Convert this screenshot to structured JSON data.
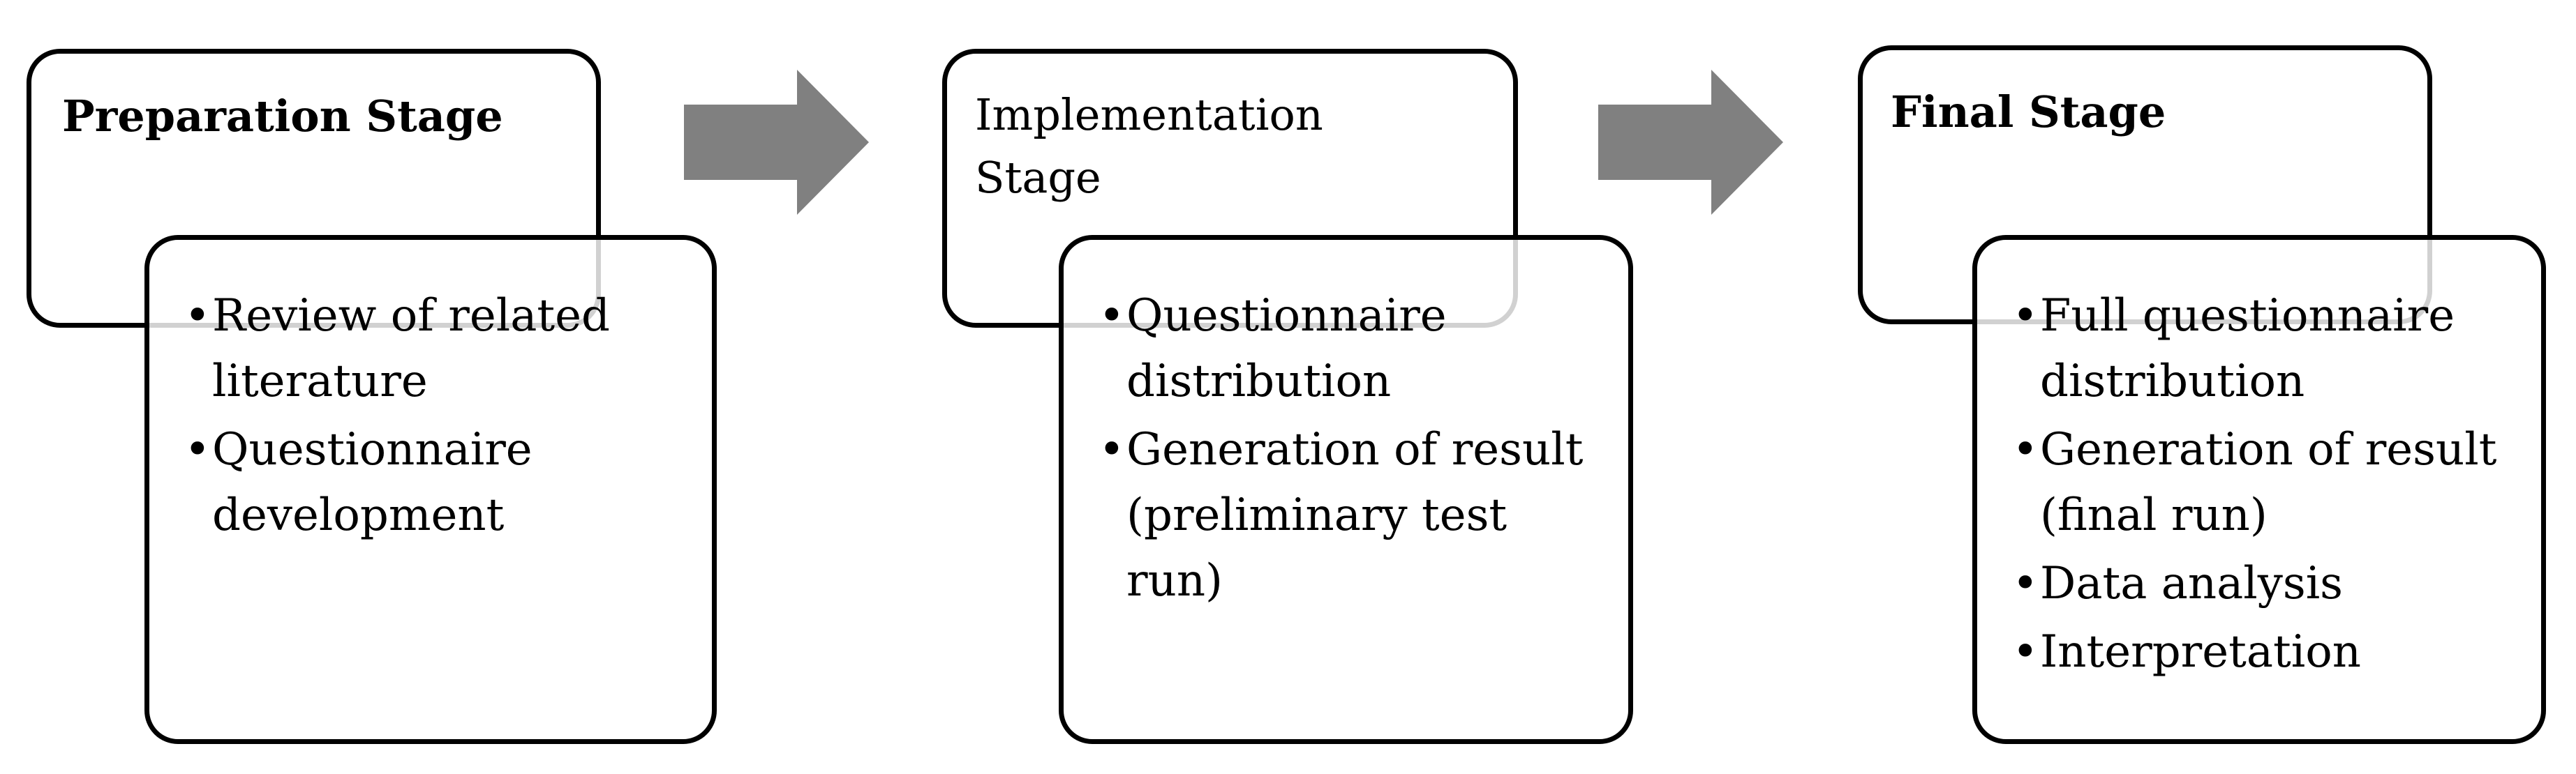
{
  "stages": [
    {
      "title": "Preparation Stage",
      "bullets": [
        "Review of related literature",
        "Questionnaire development"
      ]
    },
    {
      "title": "Implementation Stage",
      "bullets": [
        "Questionnaire distribution",
        "Generation of result (preliminary test run)"
      ]
    },
    {
      "title": "Final Stage",
      "bullets": [
        "Full questionnaire distribution",
        "Generation of result (final run)",
        "Data analysis",
        "Interpretation"
      ]
    }
  ],
  "colors": {
    "arrow": "#808080",
    "border": "#000000"
  }
}
